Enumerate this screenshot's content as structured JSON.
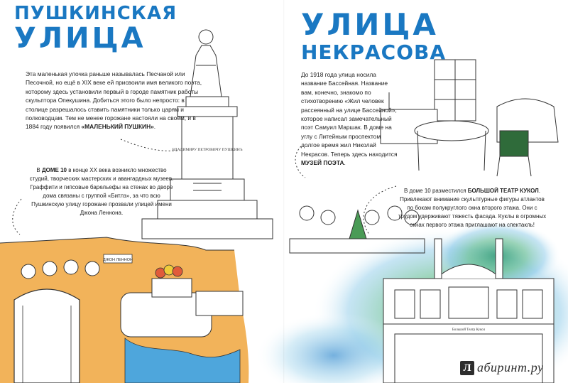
{
  "left": {
    "title_line1": "ПУШКИНСКАЯ",
    "title_line2": "УЛИЦА",
    "para1": {
      "text": "Эта маленькая улочка раньше называлась Песчаной или Песочной, но ещё в XIX веке ей присвоили имя великого поэта, которому здесь установили первый в городе памятник работы скульптора Опекушина. Добиться этого было непросто: в столице разрешалось ставить памятники только царям и полководцам. Тем не менее горожане настояли на своём, и в 1884 году появился ",
      "bold": "«МАЛЕНЬКИЙ ПУШКИН»",
      "end": "."
    },
    "para2": {
      "pre": "В ",
      "bold": "ДОМЕ 10",
      "text": " в конце XX века возникло множество студий, творческих мастерских и авангардных музеев. Граффити и гипсовые барельефы на стенах во дворе дома связаны с группой «Битлз», за что всю Пушкинскую улицу горожане прозвали улицей имени Джона Леннона."
    },
    "monument_inscription": "ВЛАДИМИРУ ПЕТРОВИЧУ ПУШКИНЪ",
    "street_sign": "ДЖОН ЛЕННОН"
  },
  "right": {
    "title_line1": "УЛИЦА",
    "title_line2": "НЕКРАСОВА",
    "para1": {
      "text": "До 1918 года улица носила название Бассейная. Название вам, конечно, знакомо по стихотворению «Жил человек рассеянный на улице Бассейной», которое написал замечательный поэт Самуил Маршак. В доме на углу с Литейным проспектом долгое время жил Николай Некрасов. Теперь здесь находится ",
      "bold": "МУЗЕЙ ПОЭТА",
      "end": "."
    },
    "para2": {
      "pre": "В доме 10 разместился ",
      "bold": "БОЛЬШОЙ ТЕАТР КУКОЛ",
      "text": ". Привлекают внимание скульптурные фигуры атлантов по бокам полукруглого окна второго этажа. Они с трудом удерживают тяжесть фасада. Куклы в огромных окнах первого этажа приглашают на спектакль!"
    },
    "theatre_sign": "Большой Театр Кукол"
  },
  "watermark": {
    "badge": "Л",
    "text": "абиринт.ру"
  },
  "colors": {
    "title_blue": "#1a78c2",
    "wall_orange": "#f2b35a",
    "water_blue": "#4ea6dc",
    "watercolor_green": "#5bb98a"
  }
}
